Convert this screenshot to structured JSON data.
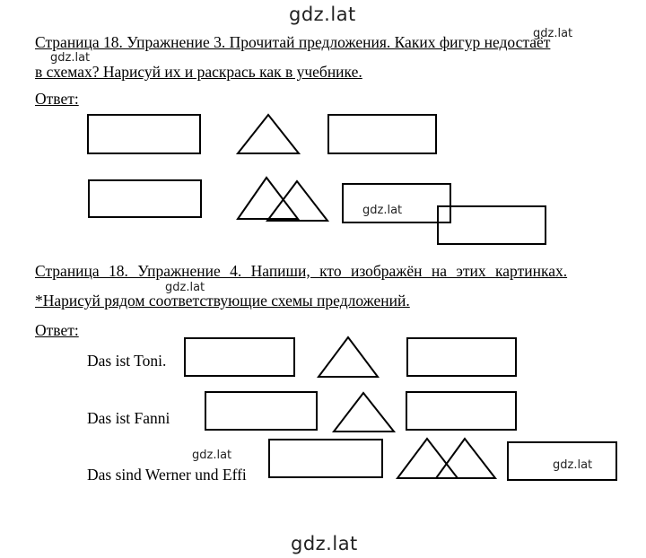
{
  "watermark": {
    "site": "gdz.lat"
  },
  "exercise_3": {
    "line1": "Страница 18. Упражнение 3. Прочитай предложения. Каких фигур недостаёт",
    "line2": "в схемах? Нарисуй их и раскрась как в учебнике.",
    "answer_label": "Ответ:"
  },
  "exercise_4": {
    "line1": "Страница 18. Упражнение 4. Напиши, кто изображён на этих картинках.",
    "line2": "*Нарисуй рядом соответствующие схемы предложений.",
    "answer_label": "Ответ:",
    "sentences": [
      "Das ist Toni.",
      "Das ist Fanni",
      "Das sind Werner und Effi"
    ]
  }
}
